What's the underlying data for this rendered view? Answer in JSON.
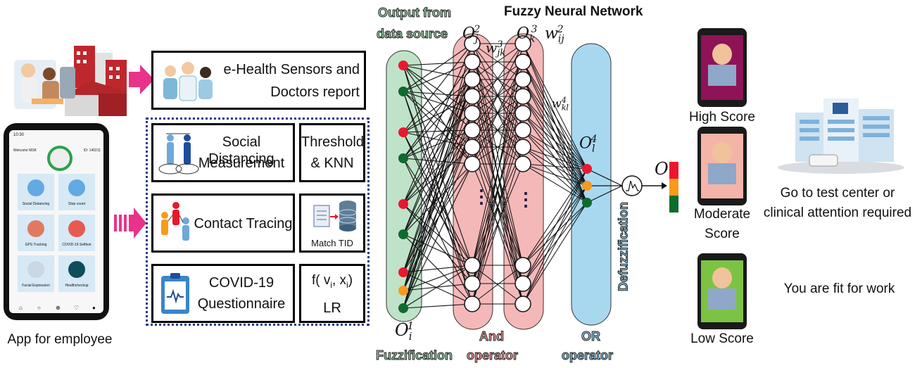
{
  "network": {
    "title": "Fuzzy Neural Network",
    "source_label_1": "Output from",
    "source_label_2": "data source",
    "fuzzification_label": "Fuzzification",
    "and_label_1": "And",
    "and_label_2": "operator",
    "or_label_1": "OR",
    "or_label_2": "operator",
    "defuzz_label": "Defuzzification",
    "sym_o_i": "O",
    "sym_o_i_sub": "i",
    "sym_o_i_sup": "1",
    "sym_o_j": "O",
    "sym_o_j_sub": "j",
    "sym_o_j_sup": "2",
    "sym_o_k": "O",
    "sym_o_k_sub": "k",
    "sym_o_k_sup": "3",
    "sym_w_ij": "w",
    "sym_w_ij_sub": "ij",
    "sym_w_ij_sup": "2",
    "sym_w_jk": "w",
    "sym_w_jk_sub": "jk",
    "sym_w_jk_sup": "3",
    "sym_w_kl": "w",
    "sym_w_kl_sub": "kl",
    "sym_w_kl_sup": "4",
    "sym_o_l": "O",
    "sym_o_l_sub": "l",
    "sym_o_l_sup": "4",
    "sym_o_out": "O",
    "dots": "⋮"
  },
  "inputs": {
    "sensors_label_1": "e-Health Sensors and",
    "sensors_label_2": "Doctors report",
    "social_label_1": "Social Distancing",
    "social_label_2": "Measurement",
    "threshold_label_1": "Threshold",
    "threshold_label_2": "& KNN",
    "contact_label": "Contact Tracing",
    "match_label": "Match TID",
    "questionnaire_label_1": "COVID-19",
    "questionnaire_label_2": "Questionnaire",
    "lr_func_pre": "f( v",
    "lr_func_sub1": "i",
    "lr_func_mid": ", x",
    "lr_func_sub2": "i",
    "lr_func_post": ")",
    "lr_label": "LR"
  },
  "app": {
    "caption": "App for employee",
    "time": "10:30",
    "welcome": "Welcome  MSK",
    "id": "ID: 140211",
    "tiles": [
      "Social Distancing",
      "Step count",
      "GPS Tracking",
      "COVID-19 Selftest",
      "Facial Expression",
      "Healthcheckup"
    ]
  },
  "results": {
    "high": "High Score",
    "moderate_1": "Moderate",
    "moderate_2": "Score",
    "low": "Low Score",
    "action_1": "Go to test center or",
    "action_2": "clinical attention required",
    "fit": "You are fit for work"
  },
  "colors": {
    "fuzz_layer": "#bfe3c8",
    "and_layer": "#f5b8b8",
    "or_layer": "#a8d8f0",
    "red": "#e8192c",
    "green": "#0e6b2e",
    "orange": "#f79a1e",
    "arrow": "#e8338a"
  }
}
